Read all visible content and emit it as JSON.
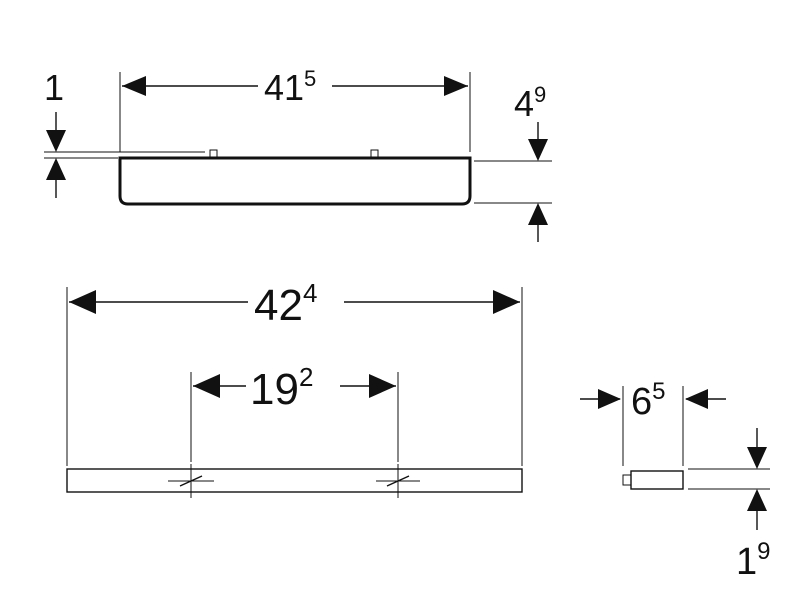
{
  "dimensions": {
    "top_width": {
      "main": "41",
      "sup": "5"
    },
    "top_height": {
      "main": "4",
      "sup": "9"
    },
    "top_lip": {
      "main": "1",
      "sup": ""
    },
    "bottom_length": {
      "main": "42",
      "sup": "4"
    },
    "hole_spacing": {
      "main": "19",
      "sup": "2"
    },
    "side_width": {
      "main": "6",
      "sup": "5"
    },
    "side_height": {
      "main": "1",
      "sup": "9"
    }
  }
}
